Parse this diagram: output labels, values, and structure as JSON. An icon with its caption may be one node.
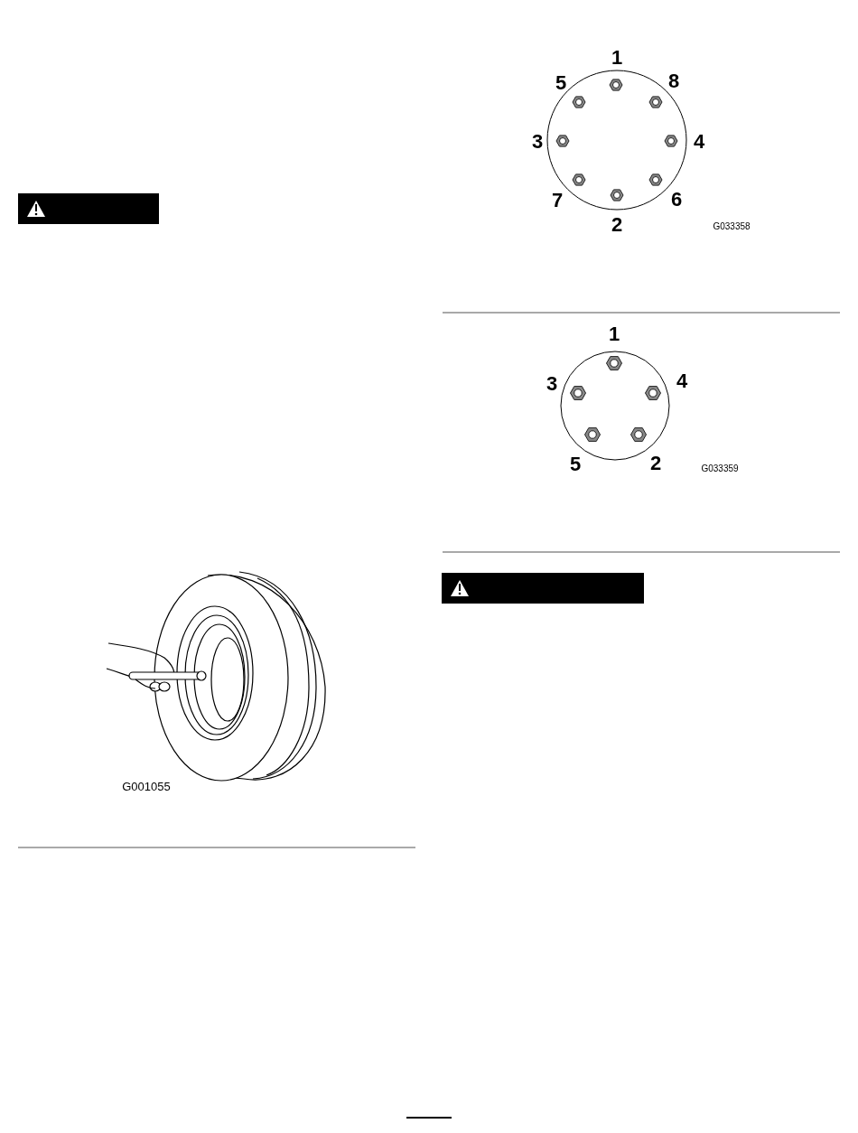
{
  "diagram": {
    "labels": [
      "1",
      "5",
      "8",
      "3",
      "4",
      "7",
      "6",
      "2",
      "G033358",
      "1",
      "3",
      "4",
      "5",
      "2",
      "G033359",
      "G001055"
    ]
  }
}
